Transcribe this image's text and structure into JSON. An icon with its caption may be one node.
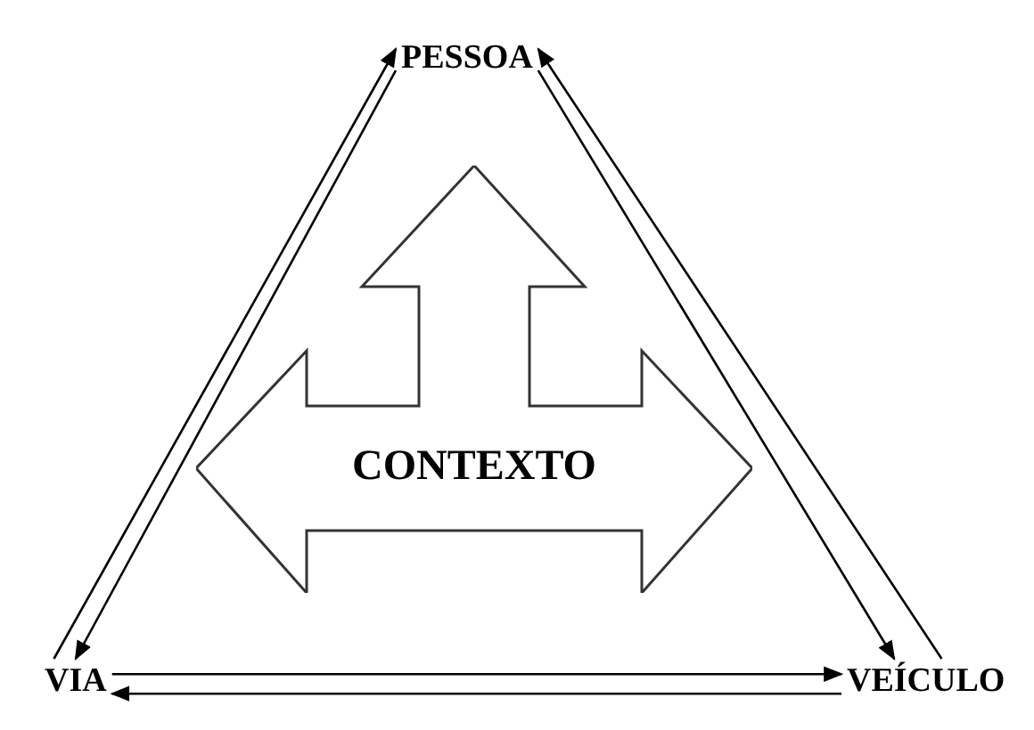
{
  "diagram": {
    "nodes": [
      {
        "text": [
          "PESSOA"
        ]
      },
      {
        "text": [
          "VIA"
        ]
      },
      {
        "text": [
          "VEÍCULO"
        ]
      },
      {
        "text": [
          "CONTEXTO"
        ]
      }
    ],
    "edges": [
      {
        "from": 1,
        "to": 0,
        "arrow": "to"
      },
      {
        "from": 0,
        "to": 1,
        "arrow": "to"
      },
      {
        "from": 0,
        "to": 2,
        "arrow": "to"
      },
      {
        "from": 2,
        "to": 0,
        "arrow": "to"
      },
      {
        "from": 1,
        "to": 2,
        "arrow": "to"
      },
      {
        "from": 2,
        "to": 1,
        "arrow": "to"
      }
    ]
  }
}
